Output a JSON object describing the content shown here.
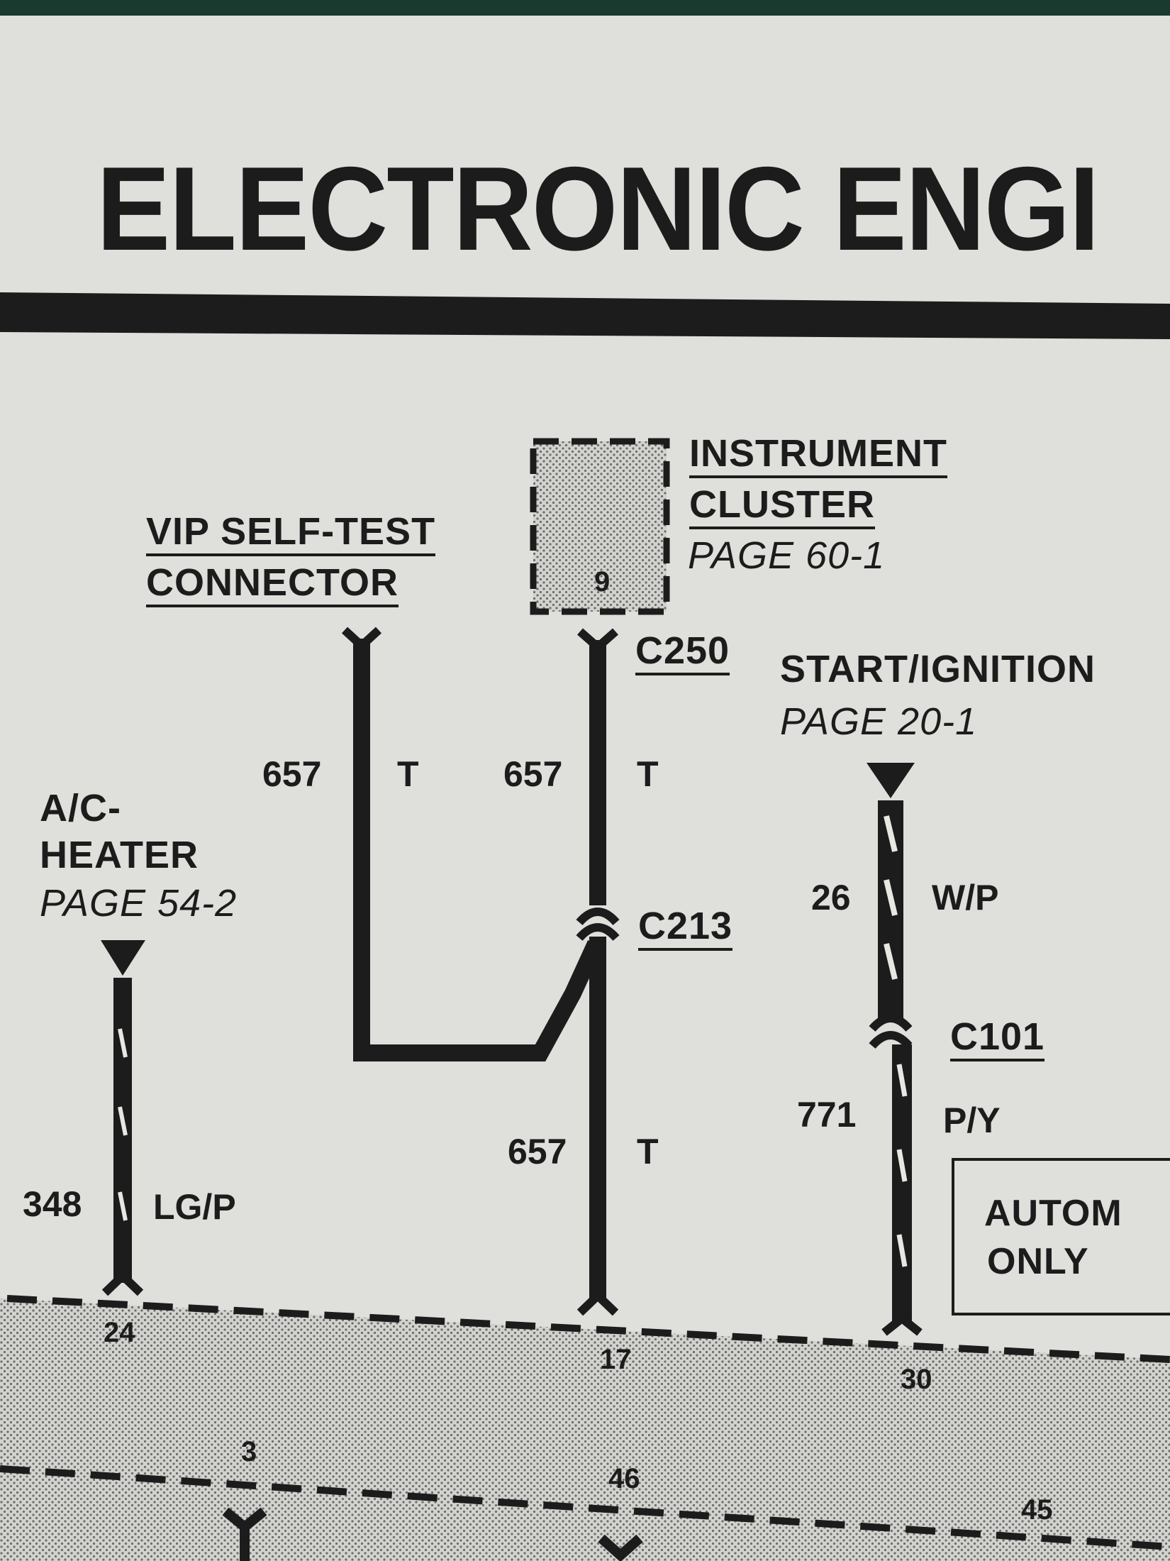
{
  "title": "ELECTRONIC ENGI",
  "components": {
    "instrument_cluster": {
      "name_line1": "INSTRUMENT",
      "name_line2": "CLUSTER",
      "page": "PAGE 60-1",
      "pin": "9"
    },
    "vip_connector": {
      "name_line1": "VIP SELF-TEST",
      "name_line2": "CONNECTOR"
    },
    "ac_heater": {
      "name_line1": "A/C-",
      "name_line2": "HEATER",
      "page": "PAGE 54-2"
    },
    "start_ignition": {
      "name": "START/IGNITION",
      "page": "PAGE 20-1"
    },
    "auto_box": {
      "line1": "AUTOM",
      "line2": "ONLY"
    }
  },
  "connectors": {
    "c250": "C250",
    "c213": "C213",
    "c101": "C101"
  },
  "wires": {
    "vip_circuit": "657",
    "vip_color": "T",
    "cluster_circuit": "657",
    "cluster_color": "T",
    "lower_circuit": "657",
    "lower_color": "T",
    "ign_circuit": "26",
    "ign_color": "W/P",
    "pa_circuit": "771",
    "pa_color": "P/Y",
    "ac_circuit": "348",
    "ac_color": "LG/P"
  },
  "module_pins": {
    "p24": "24",
    "p17": "17",
    "p30": "30",
    "p3": "3",
    "p46": "46",
    "p45": "45"
  },
  "colors": {
    "ink": "#1c1c1c",
    "paper": "#dfe0dc",
    "stipple": "#c9cac6"
  }
}
